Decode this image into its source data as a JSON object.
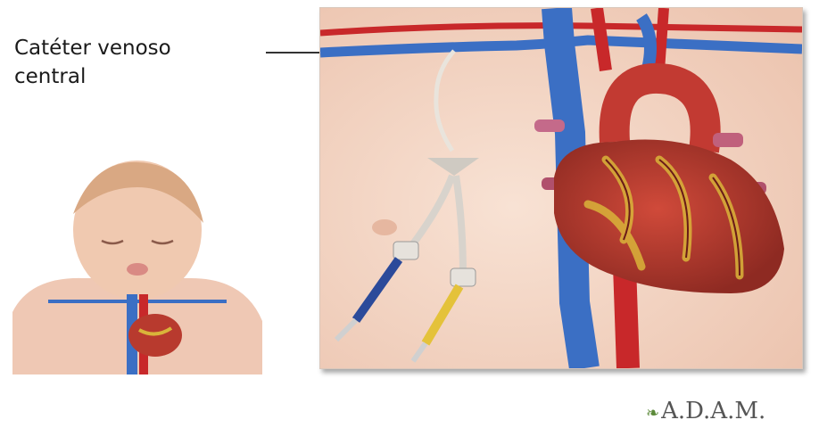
{
  "label": {
    "line1": "Catéter venoso",
    "line2": "central"
  },
  "logo": {
    "mark": "❧",
    "text": "A.D.A.M."
  },
  "colors": {
    "skin": "#f3d8c8",
    "vein": "#3b6fc4",
    "artery": "#c8282a",
    "heart": "#b83a2e",
    "fat": "#d9b43a"
  }
}
